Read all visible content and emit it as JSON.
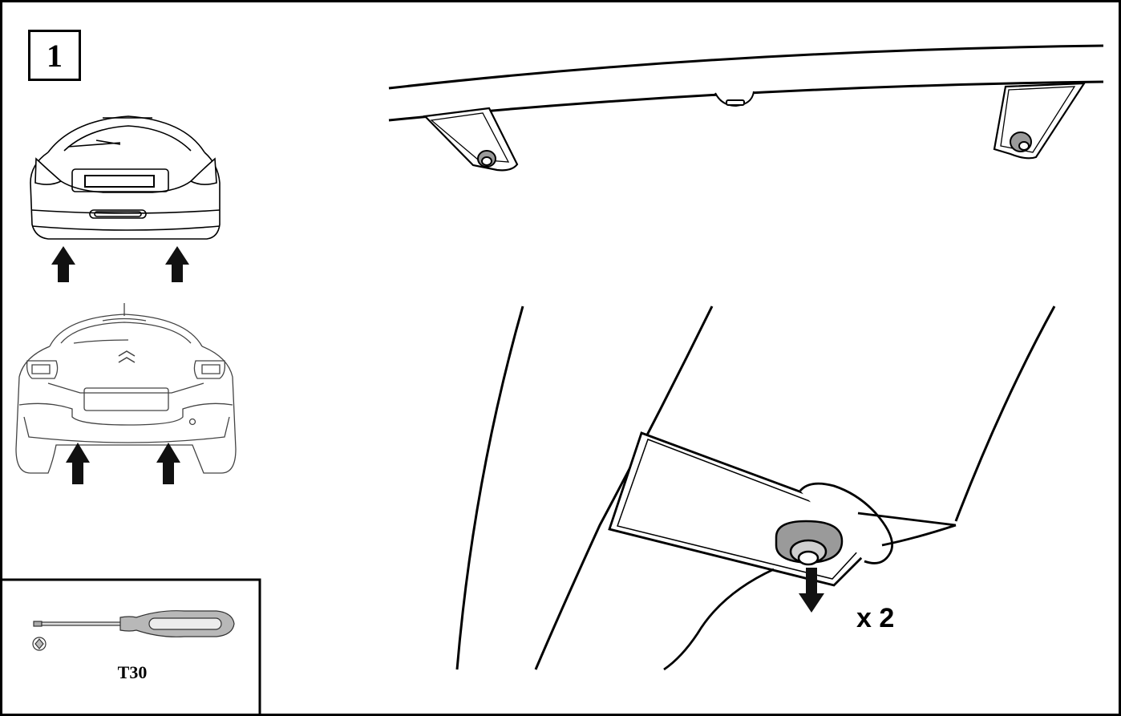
{
  "step": {
    "number": "1"
  },
  "tool": {
    "label": "T30",
    "icon": "torx-screwdriver-icon"
  },
  "quantity": {
    "label": "x 2"
  },
  "vehicles": [
    {
      "name": "hatchback-rear-view",
      "arrows": 2
    },
    {
      "name": "suv-rear-view",
      "arrows": 2
    }
  ],
  "colors": {
    "stroke": "#000000",
    "fill": "#ffffff",
    "screw": "#9a9a9a",
    "handle": "#b8b8b8"
  }
}
